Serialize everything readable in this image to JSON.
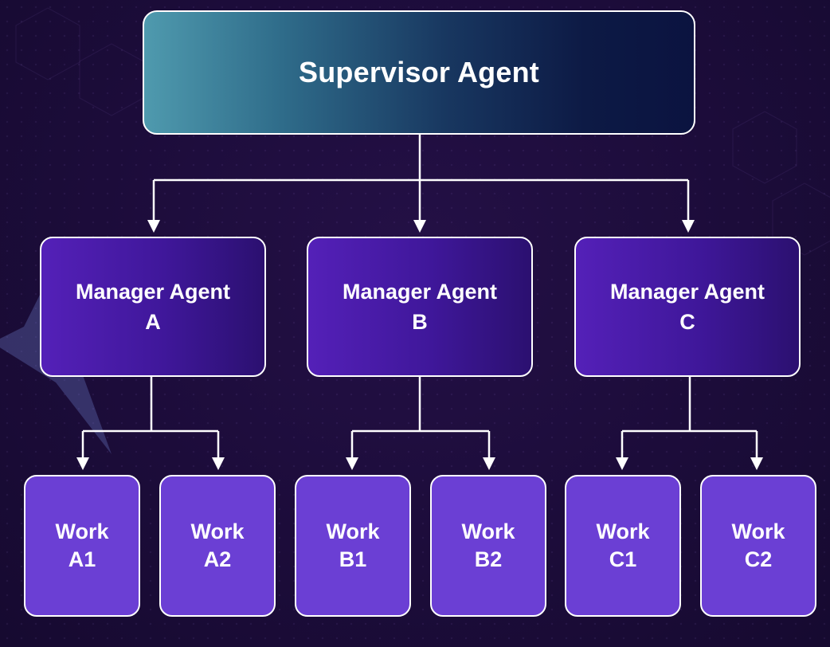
{
  "supervisor": {
    "label": "Supervisor Agent"
  },
  "managers": [
    {
      "line1": "Manager Agent",
      "line2": "A"
    },
    {
      "line1": "Manager Agent",
      "line2": "B"
    },
    {
      "line1": "Manager Agent",
      "line2": "C"
    }
  ],
  "workers": [
    {
      "line1": "Work",
      "line2": "A1"
    },
    {
      "line1": "Work",
      "line2": "A2"
    },
    {
      "line1": "Work",
      "line2": "B1"
    },
    {
      "line1": "Work",
      "line2": "B2"
    },
    {
      "line1": "Work",
      "line2": "C1"
    },
    {
      "line1": "Work",
      "line2": "C2"
    }
  ],
  "colors": {
    "supervisor_gradient_start": "#4f9aae",
    "supervisor_gradient_end": "#0b1340",
    "manager_fill": "#4a1cae",
    "worker_fill": "#6b3fd4",
    "connector": "#ffffff",
    "background": "#1c0c3a"
  }
}
